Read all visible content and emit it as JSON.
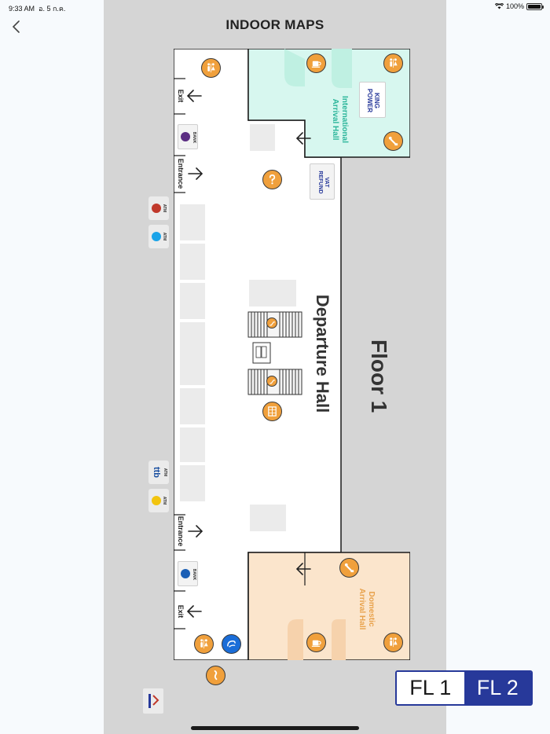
{
  "status_bar": {
    "time": "9:33 AM",
    "date": "อ. 5 ก.ค.",
    "battery": "100%"
  },
  "title": "INDOOR MAPS",
  "floor_label": "Floor 1",
  "halls": {
    "international_line1": "International",
    "international_line2": "Arrival Hall",
    "domestic_line1": "Domestic",
    "domestic_line2": "Arrival Hall",
    "departure": "Departure Hall"
  },
  "doors": {
    "exit": "Exit",
    "entrance": "Entrance"
  },
  "labels": {
    "king_power_line1": "KING",
    "king_power_line2": "POWER",
    "vat_line1": "VAT",
    "vat_line2": "REFUND",
    "bank": "BANK",
    "atm": "ATM",
    "ttb": "ttb"
  },
  "floor_switch": {
    "fl1": "FL 1",
    "fl2": "FL 2",
    "selected": "FL 1"
  },
  "colors": {
    "international_zone": "#d7f7ef",
    "domestic_zone": "#fbe5cc",
    "poi": "#f0a03c",
    "accent": "#27399a"
  },
  "icons": [
    "back-icon",
    "wifi-icon",
    "restroom-icon",
    "escalator-icon",
    "elevator-icon",
    "info-icon",
    "coffee-icon",
    "baggage-icon",
    "lift-icon",
    "exit-arrow-icon"
  ]
}
